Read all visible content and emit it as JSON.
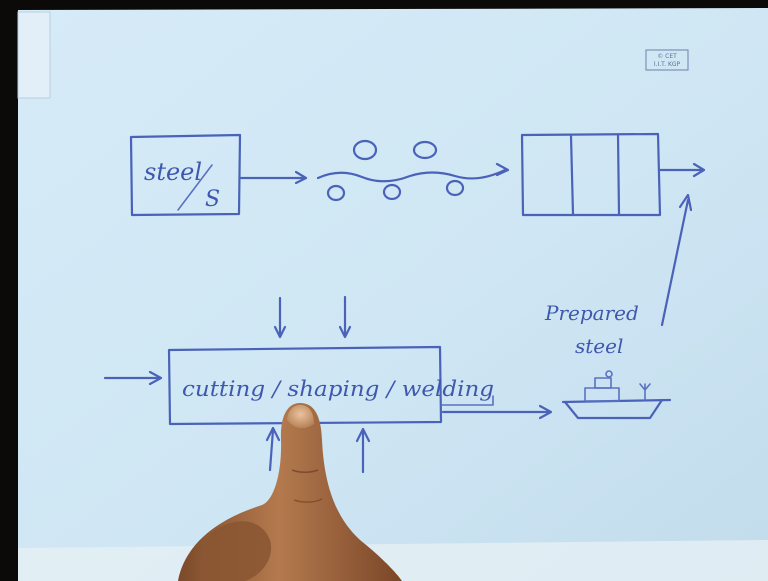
{
  "stamp": {
    "line1": "© CET",
    "line2": "I.I.T. KGP"
  },
  "steel_box": {
    "text_steel": "steel",
    "text_s": "S"
  },
  "process_box": {
    "text": "cutting / shaping / welding"
  },
  "prepared_label": {
    "line1": "Prepared",
    "line2": "steel"
  },
  "colors": {
    "paper": "#cfe6f4",
    "ink": "#4a63b8",
    "background": "#0c0a08",
    "skin": "#a36d45"
  }
}
